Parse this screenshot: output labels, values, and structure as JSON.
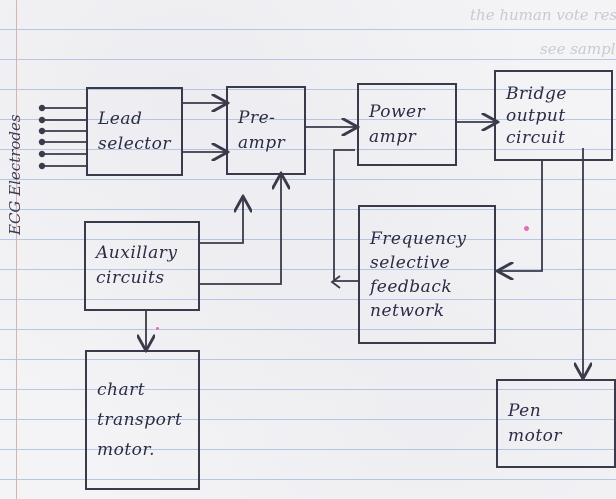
{
  "diagram": {
    "electrodes_label": "ECG Electrodes",
    "faint_text_top": "the human vote response to vibration",
    "faint_text_2": "see sample from the the PB",
    "blocks": {
      "lead_selector": [
        "Lead",
        "selector"
      ],
      "pre_amp": [
        "Pre-",
        "ampr"
      ],
      "power_amp": [
        "Power",
        "ampr"
      ],
      "bridge": [
        "Bridge",
        "output",
        "circuit"
      ],
      "aux": [
        "Auxillary",
        "circuits"
      ],
      "feedback": [
        "Frequency",
        "selective",
        "feedback",
        "network"
      ],
      "chart": [
        "chart",
        "transport",
        "motor."
      ],
      "pen": [
        "Pen",
        "motor"
      ]
    },
    "colors": {
      "ink": "#2b2b45",
      "rule": "#b9c7e6",
      "margin": "#d9b2b2",
      "dot": "#e46fb0"
    }
  }
}
